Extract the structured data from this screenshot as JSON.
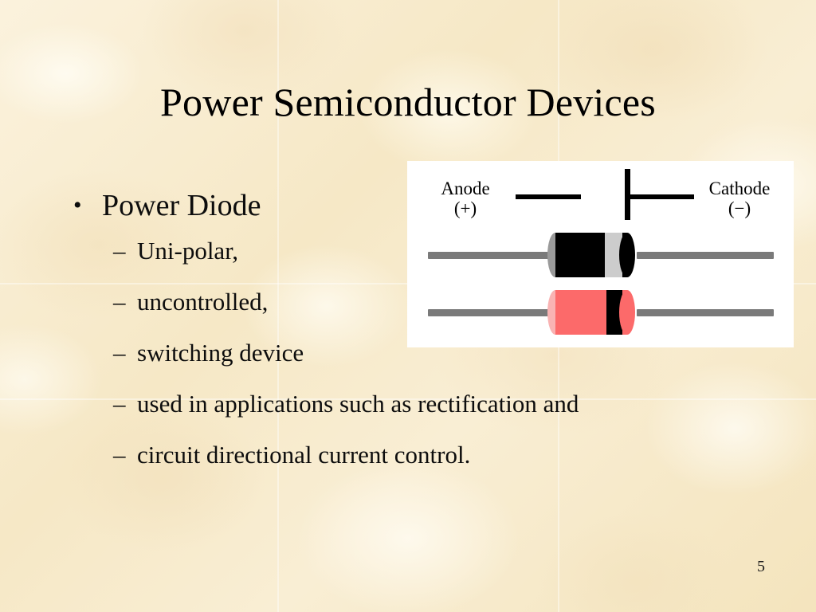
{
  "slide": {
    "title": "Power Semiconductor Devices",
    "page_number": "5",
    "background_color": "#f6e8c6",
    "text_color": "#000000"
  },
  "bullets": [
    {
      "level": 1,
      "marker": "•",
      "text": "Power Diode"
    },
    {
      "level": 2,
      "marker": "–",
      "text": "Uni-polar,"
    },
    {
      "level": 2,
      "marker": "–",
      "text": "uncontrolled,"
    },
    {
      "level": 2,
      "marker": "–",
      "text": "switching device"
    },
    {
      "level": 2,
      "marker": "–",
      "text": "used in applications such as rectification and"
    },
    {
      "level": 2,
      "marker": "–",
      "text": "circuit directional current control."
    }
  ],
  "figure": {
    "name": "diode-symbol-and-packages",
    "panel_background": "#ffffff",
    "anode_label": "Anode",
    "anode_sign": "(+)",
    "cathode_label": "Cathode",
    "cathode_sign": "(−)",
    "symbol": {
      "name": "diode-schematic-symbol",
      "stroke_color": "#000000"
    },
    "packages": [
      {
        "name": "black-diode-package",
        "body_color": "#000000",
        "cap_color": "#9a9a9a",
        "band_color": "#cccccc",
        "lead_color": "#7a7a7a"
      },
      {
        "name": "red-diode-package",
        "body_color": "#fc6a6a",
        "cap_color": "#f9b3b3",
        "band_color": "#000000",
        "lead_color": "#7a7a7a"
      }
    ]
  }
}
